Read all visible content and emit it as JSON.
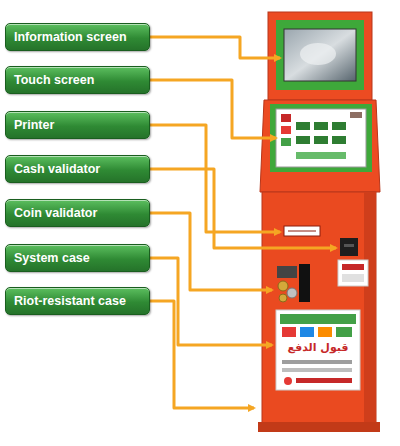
{
  "diagram": {
    "nodes": [
      {
        "text": [
          "Information screen"
        ]
      },
      {
        "text": [
          "Touch screen"
        ]
      },
      {
        "text": [
          "Printer"
        ]
      },
      {
        "text": [
          "Cash validator"
        ]
      },
      {
        "text": [
          "Coin validator"
        ]
      },
      {
        "text": [
          "System case"
        ]
      },
      {
        "text": [
          "Riot-resistant case"
        ]
      }
    ],
    "labels": [
      "قبول الدفع"
    ]
  }
}
